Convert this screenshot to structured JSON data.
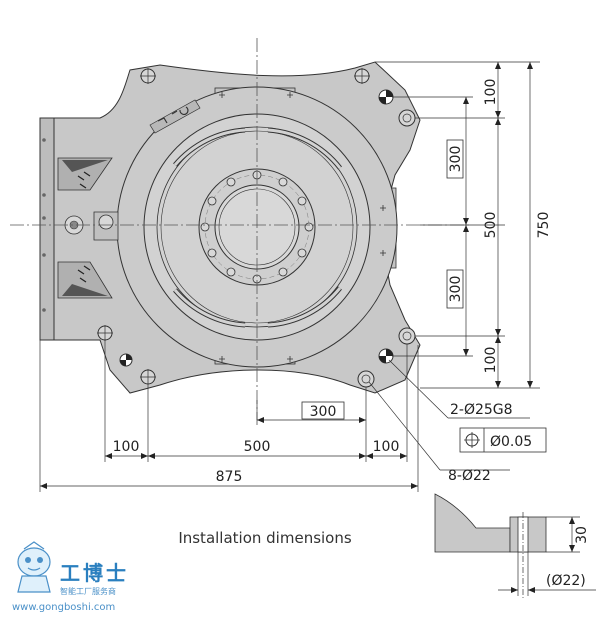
{
  "caption": "Installation dimensions",
  "dimensions": {
    "total_height": "750",
    "right_top_100": "100",
    "right_mid_500": "500",
    "right_bottom_100": "100",
    "boxed_300_upper": "300",
    "boxed_300_lower": "300",
    "boxed_300_bottom": "300",
    "bottom_left_100": "100",
    "bottom_mid_500": "500",
    "bottom_right_100": "100",
    "total_width": "875",
    "detail_height": "30",
    "detail_hole": "(Ø22)"
  },
  "callouts": {
    "pin_holes": "2-Ø25G8",
    "position_tolerance": "Ø0.05",
    "bolt_holes": "8-Ø22"
  },
  "logo": {
    "name_cn": "工博士",
    "subtitle_cn": "智能工厂服务商",
    "url": "www.gongboshi.com"
  },
  "colors": {
    "body_fill": "#c8c8c8",
    "inner_fill": "#d4d4d4",
    "line": "#333333",
    "center_line": "#555555",
    "logo_blue": "#2a7fbf"
  },
  "icons": [
    "position-tolerance-icon",
    "robot-mascot-icon",
    "mounting-hole-icon",
    "warning-label-icon"
  ]
}
